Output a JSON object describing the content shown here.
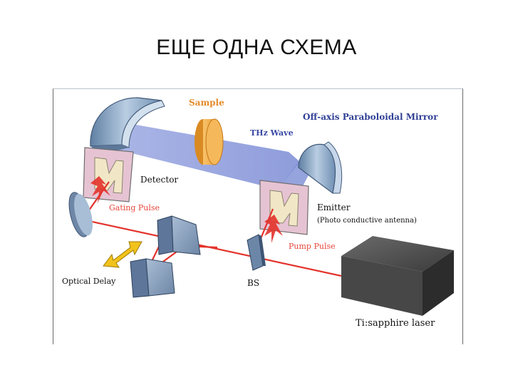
{
  "title": "ЕЩЕ ОДНА СХЕМА",
  "labels": {
    "sample": "Sample",
    "off_axis_mirror": "Off-axis Paraboloidal Mirror",
    "thz_wave": "THz Wave",
    "detector": "Detector",
    "gating_pulse": "Gating Pulse",
    "emitter": "Emitter",
    "emitter_note": "(Photo conductive antenna)",
    "pump_pulse": "Pump Pulse",
    "optical_delay": "Optical Delay",
    "bs": "BS",
    "laser": "Ti:sapphire laser"
  },
  "colors": {
    "label_red": "#e8473a",
    "label_blue": "#2f3f95",
    "label_orange": "#e48a2a",
    "beam_red": "#e3332b",
    "thz_beam": "#7f8ed6",
    "mirror_blue": "#8fa9c8",
    "sample_orange": "#f2a33a",
    "antenna_pink": "#e7c6d4",
    "laser_box": "#3a3a3a",
    "delay_arrow": "#f2c21c"
  }
}
